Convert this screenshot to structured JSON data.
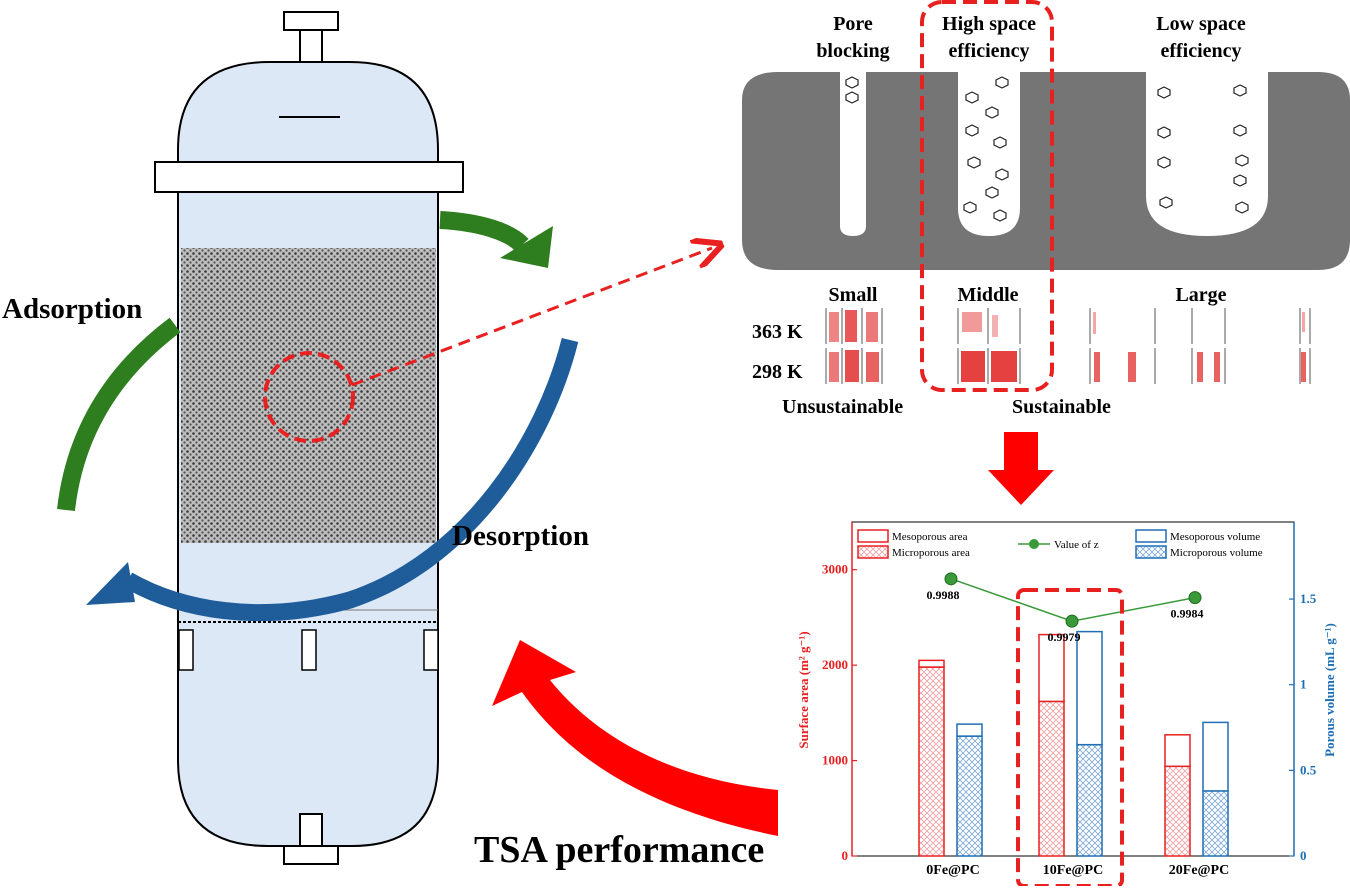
{
  "left": {
    "adsorption_label": "Adsorption",
    "desorption_label": "Desorption",
    "tsa_label": "TSA performance"
  },
  "pores": {
    "labels": [
      "Pore\nblocking",
      "High space\nefficiency",
      "Low space\nefficiency"
    ],
    "size_labels": [
      "Small",
      "Middle",
      "Large"
    ],
    "temp_labels": [
      "363 K",
      "298 K"
    ],
    "sustain_labels": [
      "Unsustainable",
      "Sustainable"
    ]
  },
  "chart_data": {
    "type": "bar",
    "categories": [
      "0Fe@PC",
      "10Fe@PC",
      "20Fe@PC"
    ],
    "ylabel_left": "Surface area (m² g⁻¹)",
    "ylabel_right": "Porous volume (mL g⁻¹)",
    "ylim_left": [
      0,
      3500
    ],
    "ylim_right": [
      0,
      1.95
    ],
    "left_ticks": [
      "0",
      "1000",
      "2000",
      "3000"
    ],
    "right_ticks": [
      "0",
      "0.5",
      "1",
      "1.5"
    ],
    "series": [
      {
        "name": "Mesoporous area",
        "values": [
          70,
          700,
          330
        ]
      },
      {
        "name": "Microporous area",
        "values": [
          1980,
          1620,
          940
        ]
      },
      {
        "name": "Mesoporous volume",
        "values": [
          0.07,
          0.66,
          0.4
        ]
      },
      {
        "name": "Microporous volume",
        "values": [
          0.7,
          0.65,
          0.38
        ]
      },
      {
        "name": "Value of z",
        "values": [
          0.9988,
          0.9979,
          0.9984
        ]
      }
    ],
    "z_labels": [
      "0.9988",
      "0.9979",
      "0.9984"
    ],
    "legend": [
      "Mesoporous area",
      "Microporous area",
      "Value of z",
      "Mesoporous volume",
      "Microporous volume"
    ],
    "colors": {
      "area": "#e03030",
      "volume": "#1f6fb5",
      "z": "#3a9a3a"
    }
  },
  "colors": {
    "vessel_fill": "#dce8f5",
    "packing": "#888888",
    "green_arrow": "#2e7d1e",
    "blue_arrow": "#1f5d9a",
    "red": "#ff0000",
    "pore_gray": "#757575"
  }
}
